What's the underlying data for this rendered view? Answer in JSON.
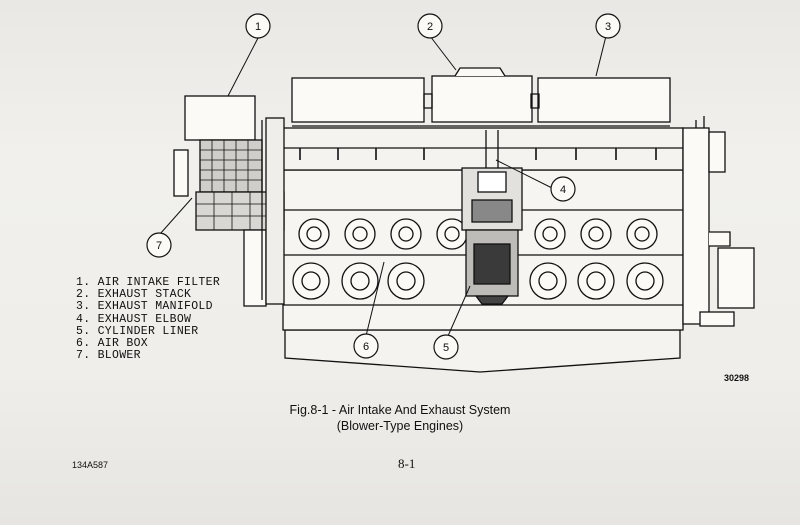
{
  "callouts": [
    "1",
    "2",
    "3",
    "4",
    "5",
    "6",
    "7"
  ],
  "legend": [
    "1. AIR INTAKE FILTER",
    "2. EXHAUST STACK",
    "3. EXHAUST MANIFOLD",
    "4. EXHAUST ELBOW",
    "5. CYLINDER LINER",
    "6. AIR BOX",
    "7. BLOWER"
  ],
  "figure_number": "30298",
  "caption": {
    "line1": "Fig.8-1 - Air Intake And Exhaust System",
    "line2": "(Blower-Type Engines)"
  },
  "document_number": "134A587",
  "page_number": "8-1"
}
